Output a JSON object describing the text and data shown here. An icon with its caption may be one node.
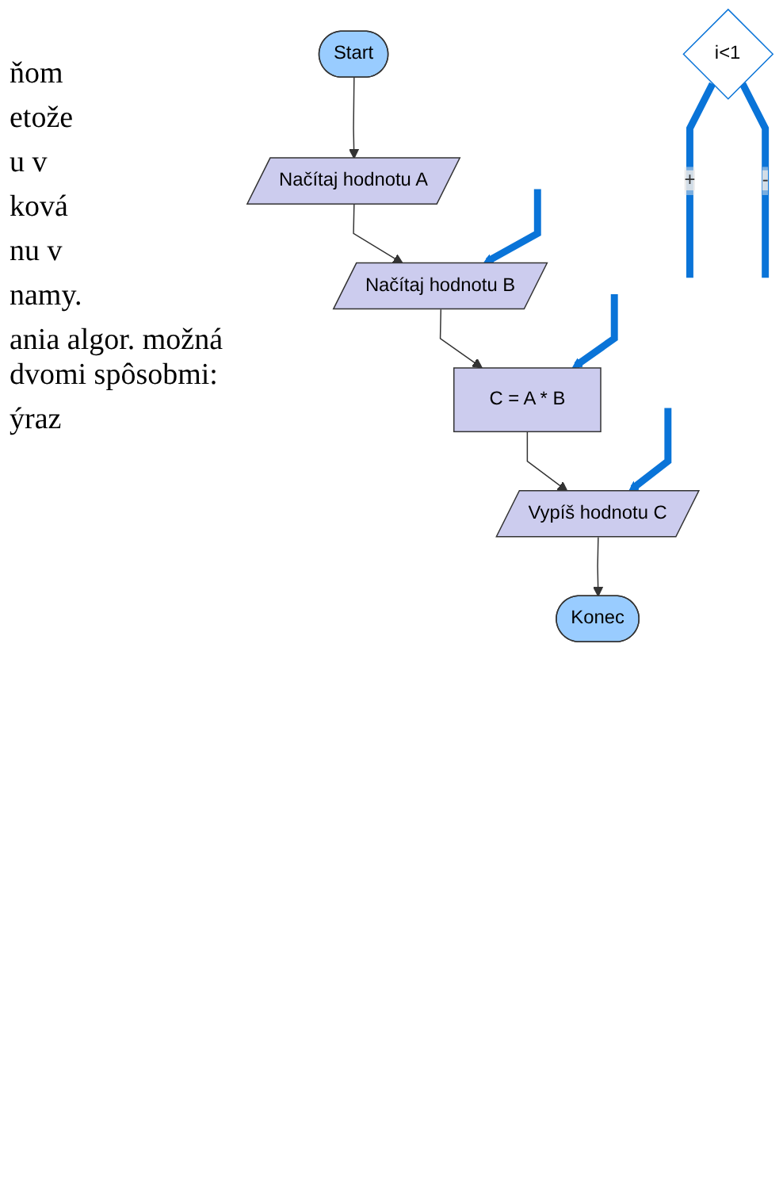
{
  "diagram": {
    "nodes": [
      {
        "text": [
          "Start"
        ]
      },
      {
        "text": [
          "Načítaj hodnotu A"
        ]
      },
      {
        "text": [
          "Načítaj hodnotu B"
        ]
      },
      {
        "text": [
          "C = A * B"
        ]
      },
      {
        "text": [
          "Vypíš hodnotu C"
        ]
      },
      {
        "text": [
          "Konec"
        ]
      },
      {
        "text": [
          "i<1"
        ]
      }
    ],
    "edges": [
      {
        "from": 0,
        "to": 1,
        "arrow": "to"
      },
      {
        "from": 1,
        "to": 2,
        "arrow": "to"
      },
      {
        "from": 2,
        "to": 3,
        "arrow": "to"
      },
      {
        "from": 3,
        "to": 4,
        "arrow": "to"
      },
      {
        "from": 4,
        "to": 5,
        "arrow": "to"
      },
      {
        "from": null,
        "to": 2,
        "arrow": "to",
        "style": "thick",
        "color": "#0a74d8"
      },
      {
        "from": null,
        "to": 4,
        "arrow": "to",
        "style": "thick",
        "color": "#0a74d8"
      },
      {
        "from": null,
        "to": 3,
        "arrow": "to",
        "style": "thick",
        "color": "#0a74d8"
      },
      {
        "from": 6,
        "to": null,
        "arrow": "none",
        "label": "+",
        "style": "thick",
        "color": "#0a74d8"
      },
      {
        "from": 6,
        "to": null,
        "arrow": "none",
        "label": "-",
        "style": "thick",
        "color": "#0a74d8"
      }
    ],
    "labels": [
      "ňom",
      "etože",
      "u v",
      "ková",
      "nu v",
      "namy.",
      "ania algor. možná dvomi spôsobmi:",
      "ýraz"
    ]
  }
}
